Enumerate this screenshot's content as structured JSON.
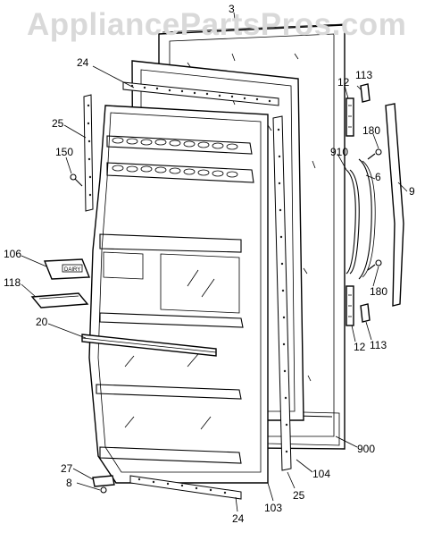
{
  "watermark": "AppliancePartsPros.com",
  "callouts": {
    "c3": "3",
    "c24_top": "24",
    "c113_top": "113",
    "c12_top": "12",
    "c25_left": "25",
    "c150": "150",
    "c180_top": "180",
    "c910": "910",
    "c6": "6",
    "c9": "9",
    "c106": "106",
    "c118": "118",
    "c180_bottom": "180",
    "c20": "20",
    "c12_bottom": "12",
    "c113_bottom": "113",
    "c900": "900",
    "c104": "104",
    "c27": "27",
    "c8": "8",
    "c25_bottom": "25",
    "c103": "103",
    "c24_bottom": "24"
  },
  "dairy_label": "DAIRY"
}
